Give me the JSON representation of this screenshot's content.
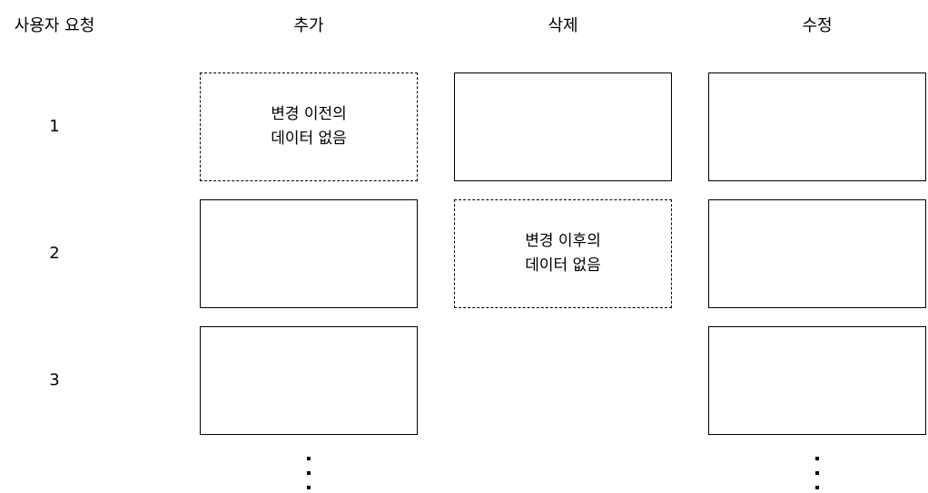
{
  "headers": {
    "user_request": "사용자 요청",
    "add": "추가",
    "delete": "삭제",
    "modify": "수정"
  },
  "rows": [
    "1",
    "2",
    "3"
  ],
  "notes": {
    "add_row1_line1": "변경 이전의",
    "add_row1_line2": "데이터 없음",
    "delete_row2_line1": "변경 이후의",
    "delete_row2_line2": "데이터 없음"
  },
  "continuation": "..."
}
